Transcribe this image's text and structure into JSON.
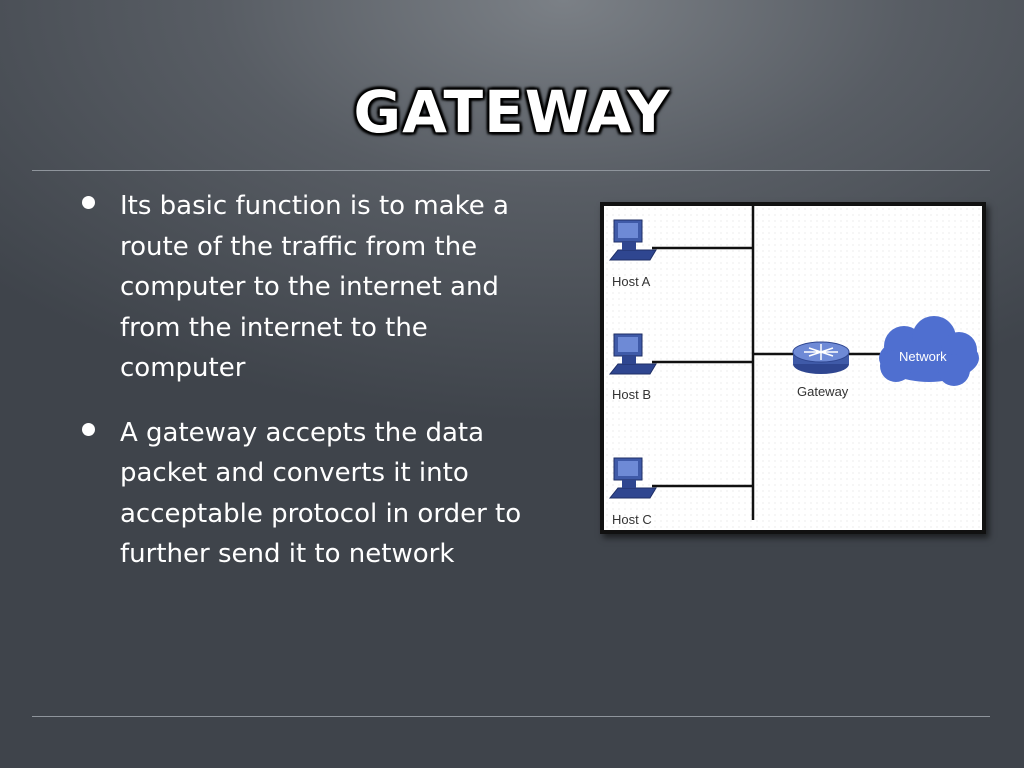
{
  "slide": {
    "title": "GATEWAY",
    "bullets": [
      "Its basic function is to make a route of the traffic from the computer to the internet and from the internet to the computer",
      "A gateway accepts the data packet and converts it into acceptable protocol in order to further send it to network"
    ]
  },
  "diagram": {
    "hosts": [
      {
        "label": "Host A",
        "icon": "computer-icon"
      },
      {
        "label": "Host B",
        "icon": "computer-icon"
      },
      {
        "label": "Host C",
        "icon": "computer-icon"
      }
    ],
    "gateway": {
      "label": "Gateway",
      "icon": "router-icon"
    },
    "network": {
      "label": "Network",
      "icon": "cloud-icon"
    },
    "colors": {
      "icon_blue": "#3f5aa8",
      "cloud_blue": "#4f6fd0",
      "line": "#111111",
      "background": "#ffffff"
    }
  }
}
